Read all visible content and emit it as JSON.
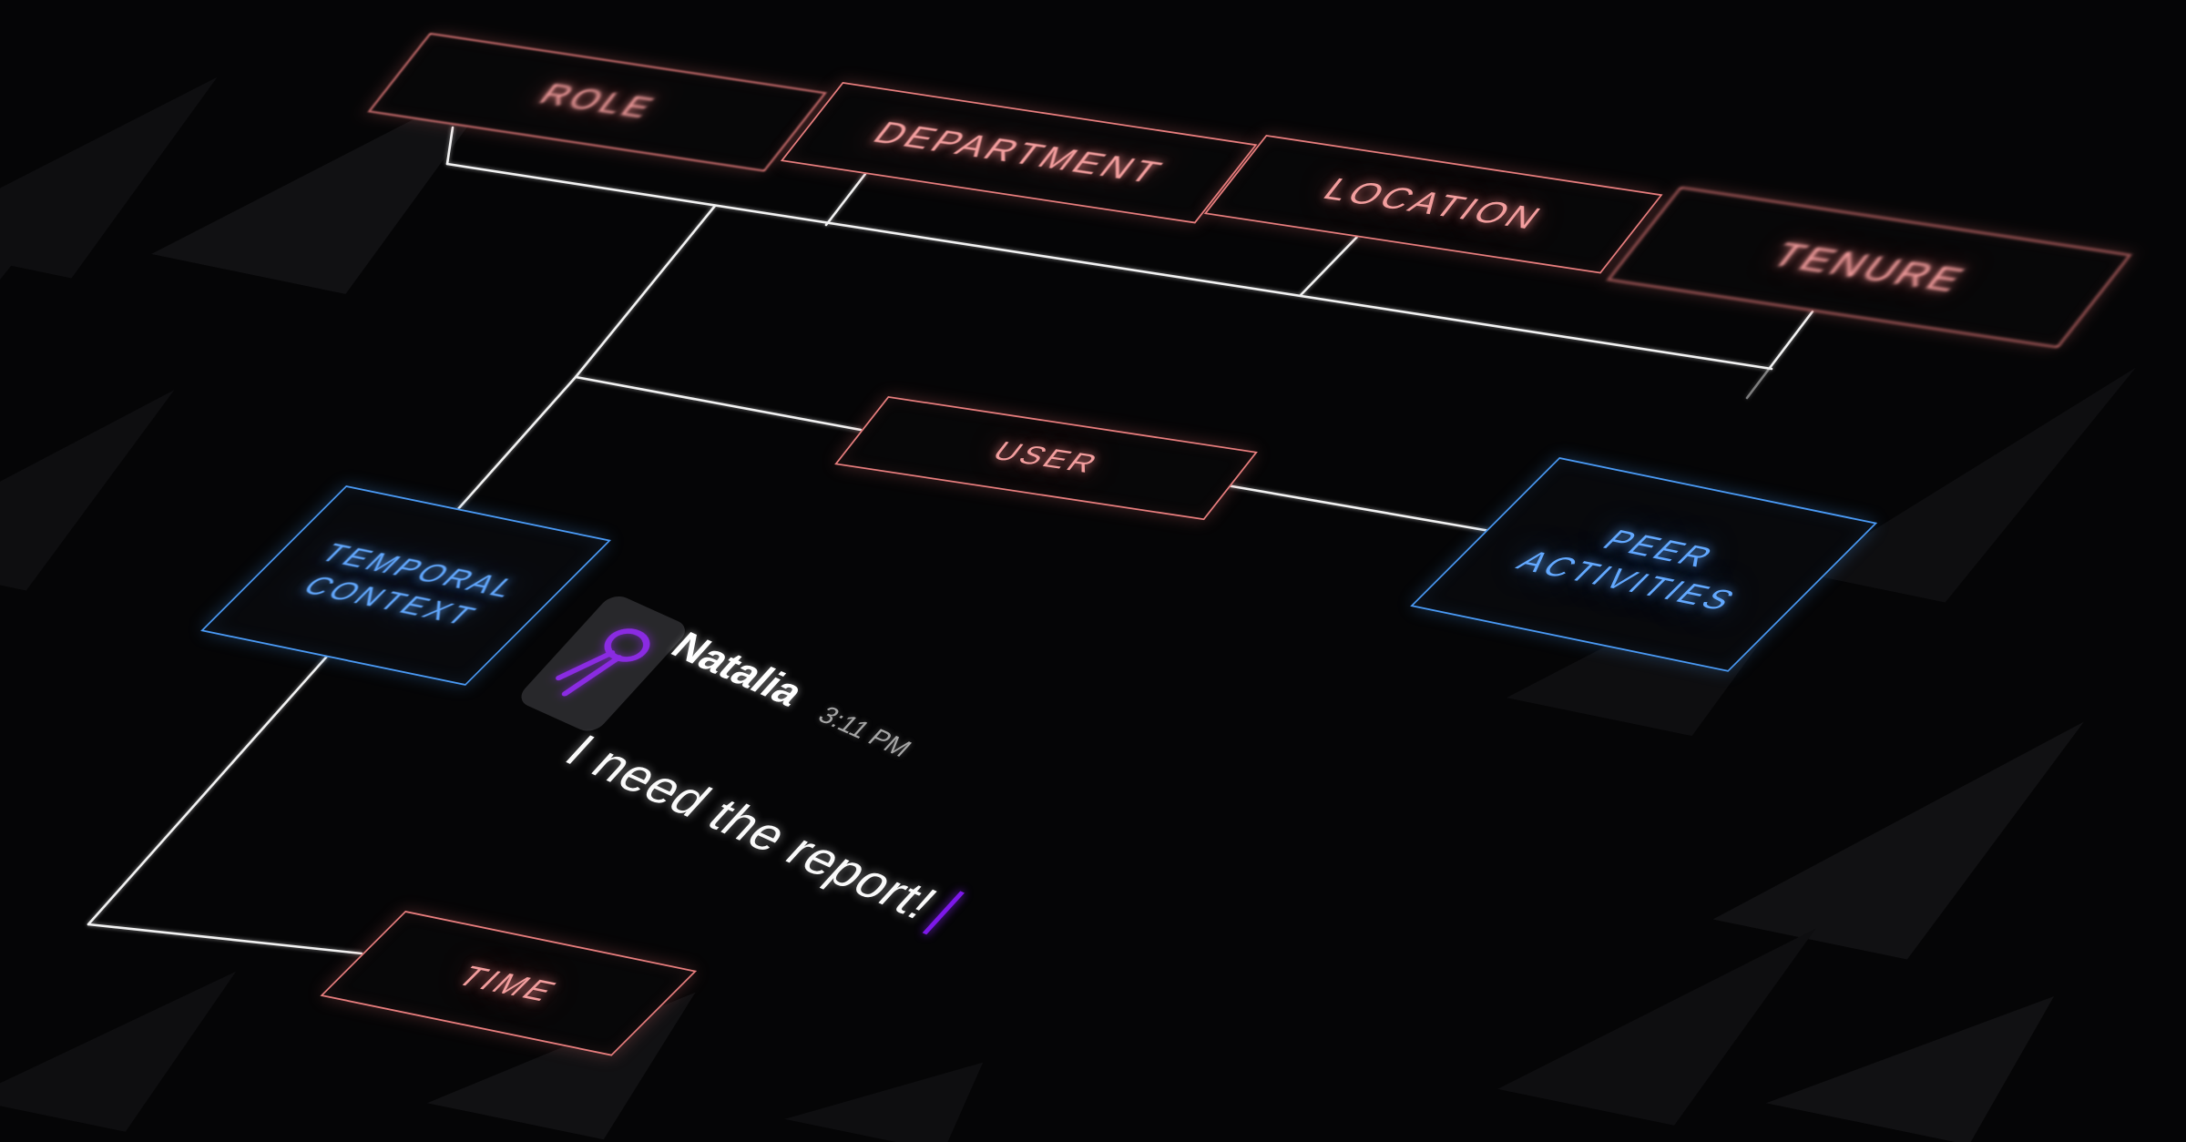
{
  "diagram": {
    "nodes": [
      {
        "id": "role",
        "label": "ROLE",
        "color": "#e87e7e",
        "category": "user-attribute"
      },
      {
        "id": "department",
        "label": "DEPARTMENT",
        "color": "#e87e7e",
        "category": "user-attribute"
      },
      {
        "id": "location",
        "label": "LOCATION",
        "color": "#e87e7e",
        "category": "user-attribute"
      },
      {
        "id": "tenure",
        "label": "TENURE",
        "color": "#e87e7e",
        "category": "user-attribute"
      },
      {
        "id": "user",
        "label": "USER",
        "color": "#e87e7e",
        "category": "entity"
      },
      {
        "id": "temporal-context",
        "label": "TEMPORAL CONTEXT",
        "color": "#4a9af5",
        "category": "context"
      },
      {
        "id": "peer-activities",
        "label": "PEER ACTIVITIES",
        "color": "#4a9af5",
        "category": "context"
      },
      {
        "id": "time",
        "label": "TIME",
        "color": "#e87e7e",
        "category": "attribute"
      }
    ],
    "edges": [
      {
        "from": "role",
        "to": "user"
      },
      {
        "from": "department",
        "to": "user"
      },
      {
        "from": "location",
        "to": "user"
      },
      {
        "from": "tenure",
        "to": "user"
      },
      {
        "from": "user",
        "to": "temporal-context"
      },
      {
        "from": "user",
        "to": "peer-activities"
      },
      {
        "from": "temporal-context",
        "to": "time"
      }
    ]
  },
  "message": {
    "sender": "Natalia",
    "time": "3:11 PM",
    "text": "I need the report!",
    "avatar_icon": "person-icon"
  },
  "colors": {
    "background": "#050506",
    "attribute_accent": "#e87e7e",
    "context_accent": "#4a9af5",
    "connector": "#f2f2f2",
    "cursor": "#7d18ea",
    "avatar_figure": "#8a2be2"
  }
}
